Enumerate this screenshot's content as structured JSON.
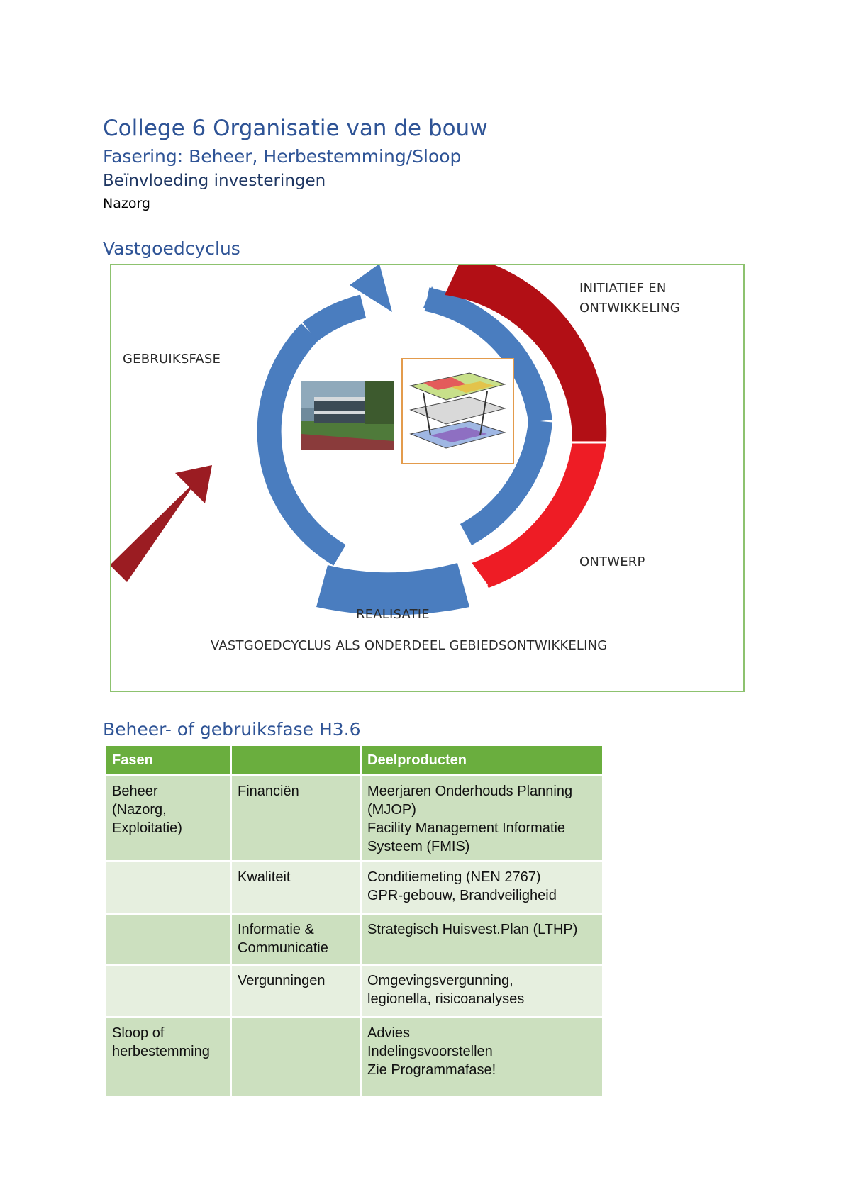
{
  "title": "College 6 Organisatie van de bouw",
  "subtitle": "Fasering: Beheer, Herbestemming/Sloop",
  "heading3": "Beïnvloeding investeringen",
  "heading4": "Nazorg",
  "section1": "Vastgoedcyclus",
  "figure": {
    "labels": {
      "initiatief_line1": "INITIATIEF EN",
      "initiatief_line2": "ONTWIKKELING",
      "gebruiksfase": "GEBRUIKSFASE",
      "ontwerp": "ONTWERP",
      "realisatie": "REALISATIE",
      "caption": "VASTGOEDCYCLUS ALS ONDERDEEL GEBIEDSONTWIKKELING"
    },
    "colors": {
      "blue": "#4A7DBF",
      "dark_red": "#B20F15",
      "red": "#EE1C25",
      "arrow_red": "#9B1C22",
      "border": "#8DC26F"
    }
  },
  "section2": "Beheer- of gebruiksfase H3.6",
  "table": {
    "headers": [
      "Fasen",
      "",
      "Deelproducten"
    ],
    "rows": [
      {
        "c1": [
          "Beheer",
          "(Nazorg,",
          "Exploitatie)"
        ],
        "c2": [
          "Financiën"
        ],
        "c3": [
          "Meerjaren Onderhouds Planning",
          "(MJOP)",
          "Facility Management Informatie",
          "Systeem (FMIS)"
        ]
      },
      {
        "c1": [],
        "c2": [
          "Kwaliteit"
        ],
        "c3": [
          "Conditiemeting (NEN 2767)",
          "GPR-gebouw, Brandveiligheid"
        ]
      },
      {
        "c1": [],
        "c2": [
          "Informatie &",
          "Communicatie"
        ],
        "c3": [
          "Strategisch Huisvest.Plan (LTHP)"
        ]
      },
      {
        "c1": [],
        "c2": [
          "Vergunningen"
        ],
        "c3": [
          "Omgevingsvergunning,",
          "legionella, risicoanalyses"
        ]
      },
      {
        "c1": [
          "Sloop of",
          "herbestemming"
        ],
        "c2": [],
        "c3": [
          "Advies",
          "Indelingsvoorstellen",
          "Zie Programmafase!"
        ]
      }
    ]
  }
}
